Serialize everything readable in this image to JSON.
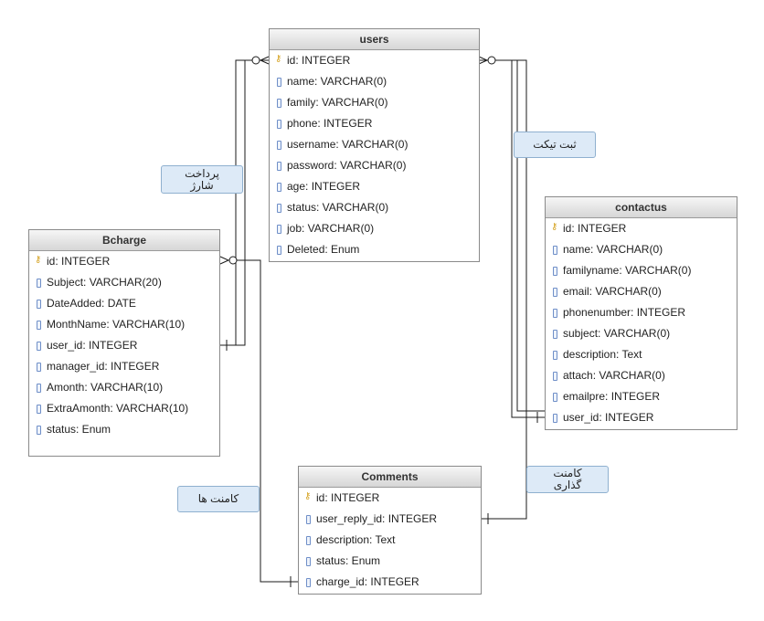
{
  "tables": {
    "users": {
      "title": "users",
      "columns": [
        {
          "text": "id: INTEGER",
          "pk": true
        },
        {
          "text": "name: VARCHAR(0)"
        },
        {
          "text": "family: VARCHAR(0)"
        },
        {
          "text": "phone: INTEGER"
        },
        {
          "text": "username: VARCHAR(0)"
        },
        {
          "text": "password: VARCHAR(0)"
        },
        {
          "text": "age: INTEGER"
        },
        {
          "text": "status: VARCHAR(0)"
        },
        {
          "text": "job: VARCHAR(0)"
        },
        {
          "text": "Deleted: Enum"
        }
      ]
    },
    "bcharge": {
      "title": "Bcharge",
      "columns": [
        {
          "text": "id: INTEGER",
          "pk": true
        },
        {
          "text": "Subject: VARCHAR(20)"
        },
        {
          "text": "DateAdded: DATE"
        },
        {
          "text": "MonthName: VARCHAR(10)"
        },
        {
          "text": "user_id: INTEGER"
        },
        {
          "text": "manager_id: INTEGER"
        },
        {
          "text": "Amonth: VARCHAR(10)"
        },
        {
          "text": "ExtraAmonth: VARCHAR(10)"
        },
        {
          "text": "status: Enum"
        }
      ]
    },
    "contactus": {
      "title": "contactus",
      "columns": [
        {
          "text": "id: INTEGER",
          "pk": true
        },
        {
          "text": "name: VARCHAR(0)"
        },
        {
          "text": "familyname: VARCHAR(0)"
        },
        {
          "text": "email: VARCHAR(0)"
        },
        {
          "text": "phonenumber: INTEGER"
        },
        {
          "text": "subject: VARCHAR(0)"
        },
        {
          "text": "description: Text"
        },
        {
          "text": "attach: VARCHAR(0)"
        },
        {
          "text": "emailpre: INTEGER"
        },
        {
          "text": "user_id: INTEGER"
        }
      ]
    },
    "comments": {
      "title": "Comments",
      "columns": [
        {
          "text": "id: INTEGER",
          "pk": true
        },
        {
          "text": "user_reply_id: INTEGER"
        },
        {
          "text": "description: Text"
        },
        {
          "text": "status: Enum"
        },
        {
          "text": "charge_id: INTEGER"
        }
      ]
    }
  },
  "notes": {
    "payment": "پرداخت\nشارژ",
    "ticket": "ثبت تیکت",
    "comments_count": "کامنت ها",
    "commenting": "کامنت\nگذاری"
  },
  "colors": {
    "line": "#1a1a1a",
    "note_bg": "#ddeaf7",
    "key": "#d4a01c",
    "column_icon": "#6f8fc8"
  }
}
